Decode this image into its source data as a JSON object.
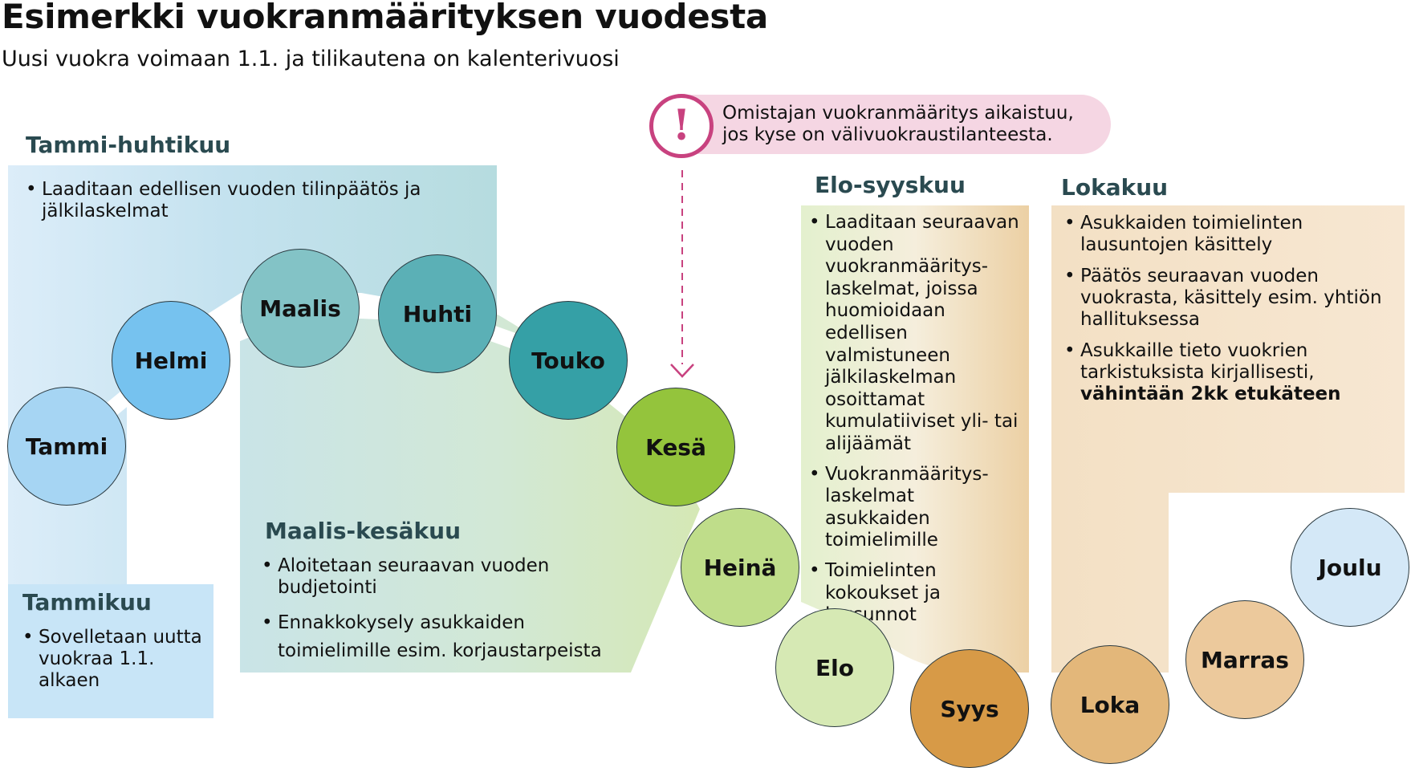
{
  "title": "Esimerkki vuokranmäärityksen vuodesta",
  "subtitle": "Uusi vuokra voimaan 1.1. ja tilikautena on kalenterivuosi",
  "note": {
    "icon": "exclamation-icon",
    "text_line1": "Omistajan vuokranmääritys aikaistuu,",
    "text_line2": "jos kyse on välivuokraustilanteesta.",
    "color": "#c8427f"
  },
  "periods": {
    "tammi_huhtikuu": {
      "heading": "Tammi-huhtikuu",
      "bullets": [
        "Laaditaan edellisen vuoden tilinpäätös ja jälkilaskelmat"
      ]
    },
    "tammikuu": {
      "heading": "Tammikuu",
      "bullets": [
        "Sovelletaan uutta vuokraa 1.1. alkaen"
      ]
    },
    "maalis_kesakuu": {
      "heading": "Maalis-kesäkuu",
      "bullets": [
        "Aloitetaan seuraavan vuoden budjetointi",
        "Ennakkokysely asukkaiden toimielimille esim. korjaustarpeista"
      ]
    },
    "elo_syyskuu": {
      "heading": "Elo-syyskuu",
      "bullets": [
        "Laaditaan seuraavan vuoden vuokranmääritys-laskelmat, joissa huomioidaan edellisen valmistuneen jälkilaskelman osoittamat kumulatiiviset yli- tai alijäämät",
        "Vuokranmääritys-laskelmat asukkaiden toimielimille",
        "Toimielinten kokoukset ja lausunnot"
      ]
    },
    "lokakuu": {
      "heading": "Lokakuu",
      "bullets": [
        "Asukkaiden toimielinten lausuntojen käsittely",
        "Päätös seuraavan vuoden vuokrasta, käsittely esim. yhtiön hallituksessa"
      ],
      "bullet3_text": "Asukkaille tieto vuokrien tarkistuksista kirjallisesti,",
      "bullet3_bold": "vähintään 2kk etukäteen"
    }
  },
  "months": [
    {
      "label": "Tammi",
      "color": "#a6d5f3"
    },
    {
      "label": "Helmi",
      "color": "#76c2ef"
    },
    {
      "label": "Maalis",
      "color": "#83c3c6"
    },
    {
      "label": "Huhti",
      "color": "#5bb0b6"
    },
    {
      "label": "Touko",
      "color": "#35a0a6"
    },
    {
      "label": "Kesä",
      "color": "#94c43c"
    },
    {
      "label": "Heinä",
      "color": "#bfdd8a"
    },
    {
      "label": "Elo",
      "color": "#d6e9b4"
    },
    {
      "label": "Syys",
      "color": "#d79a47"
    },
    {
      "label": "Loka",
      "color": "#e3b77a"
    },
    {
      "label": "Marras",
      "color": "#ecc99c"
    },
    {
      "label": "Joulu",
      "color": "#d4e8f7"
    }
  ]
}
